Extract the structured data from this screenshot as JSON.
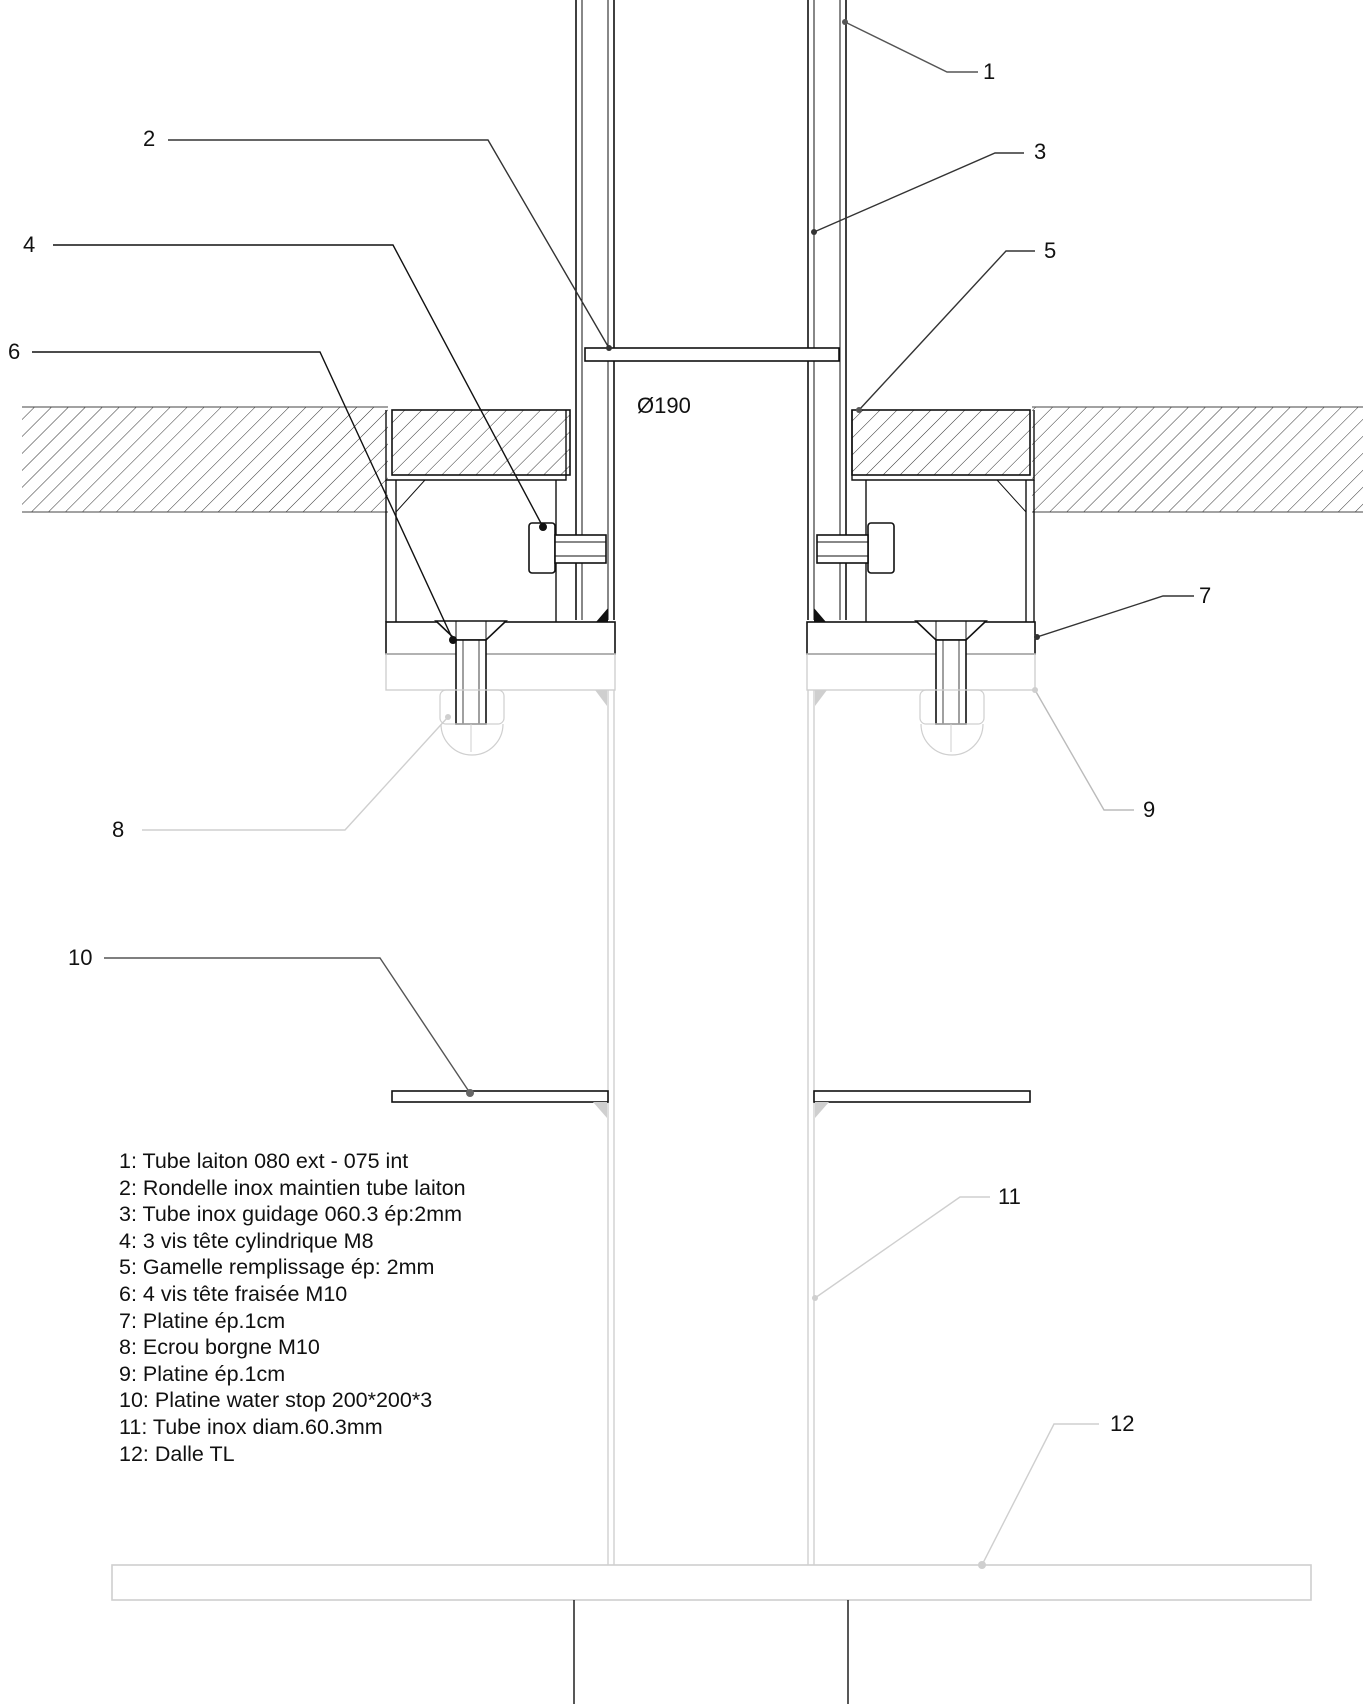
{
  "dimension_label": "Ø190",
  "callouts": [
    "1",
    "2",
    "3",
    "4",
    "5",
    "6",
    "7",
    "8",
    "9",
    "10",
    "11",
    "12"
  ],
  "legend": [
    "1: Tube laiton 080 ext - 075 int",
    "2: Rondelle inox maintien tube laiton",
    "3: Tube inox guidage 060.3 ép:2mm",
    "4: 3 vis tête cylindrique M8",
    "5: Gamelle remplissage ép: 2mm",
    "6: 4 vis tête fraisée M10",
    "7: Platine ép.1cm",
    "8: Ecrou borgne M10",
    "9: Platine ép.1cm",
    "10: Platine water stop 200*200*3",
    "11: Tube inox diam.60.3mm",
    "12: Dalle TL"
  ],
  "colors": {
    "line": "#111111",
    "faint": "#c8c8c8",
    "leader": "#555555",
    "background": "#ffffff"
  }
}
